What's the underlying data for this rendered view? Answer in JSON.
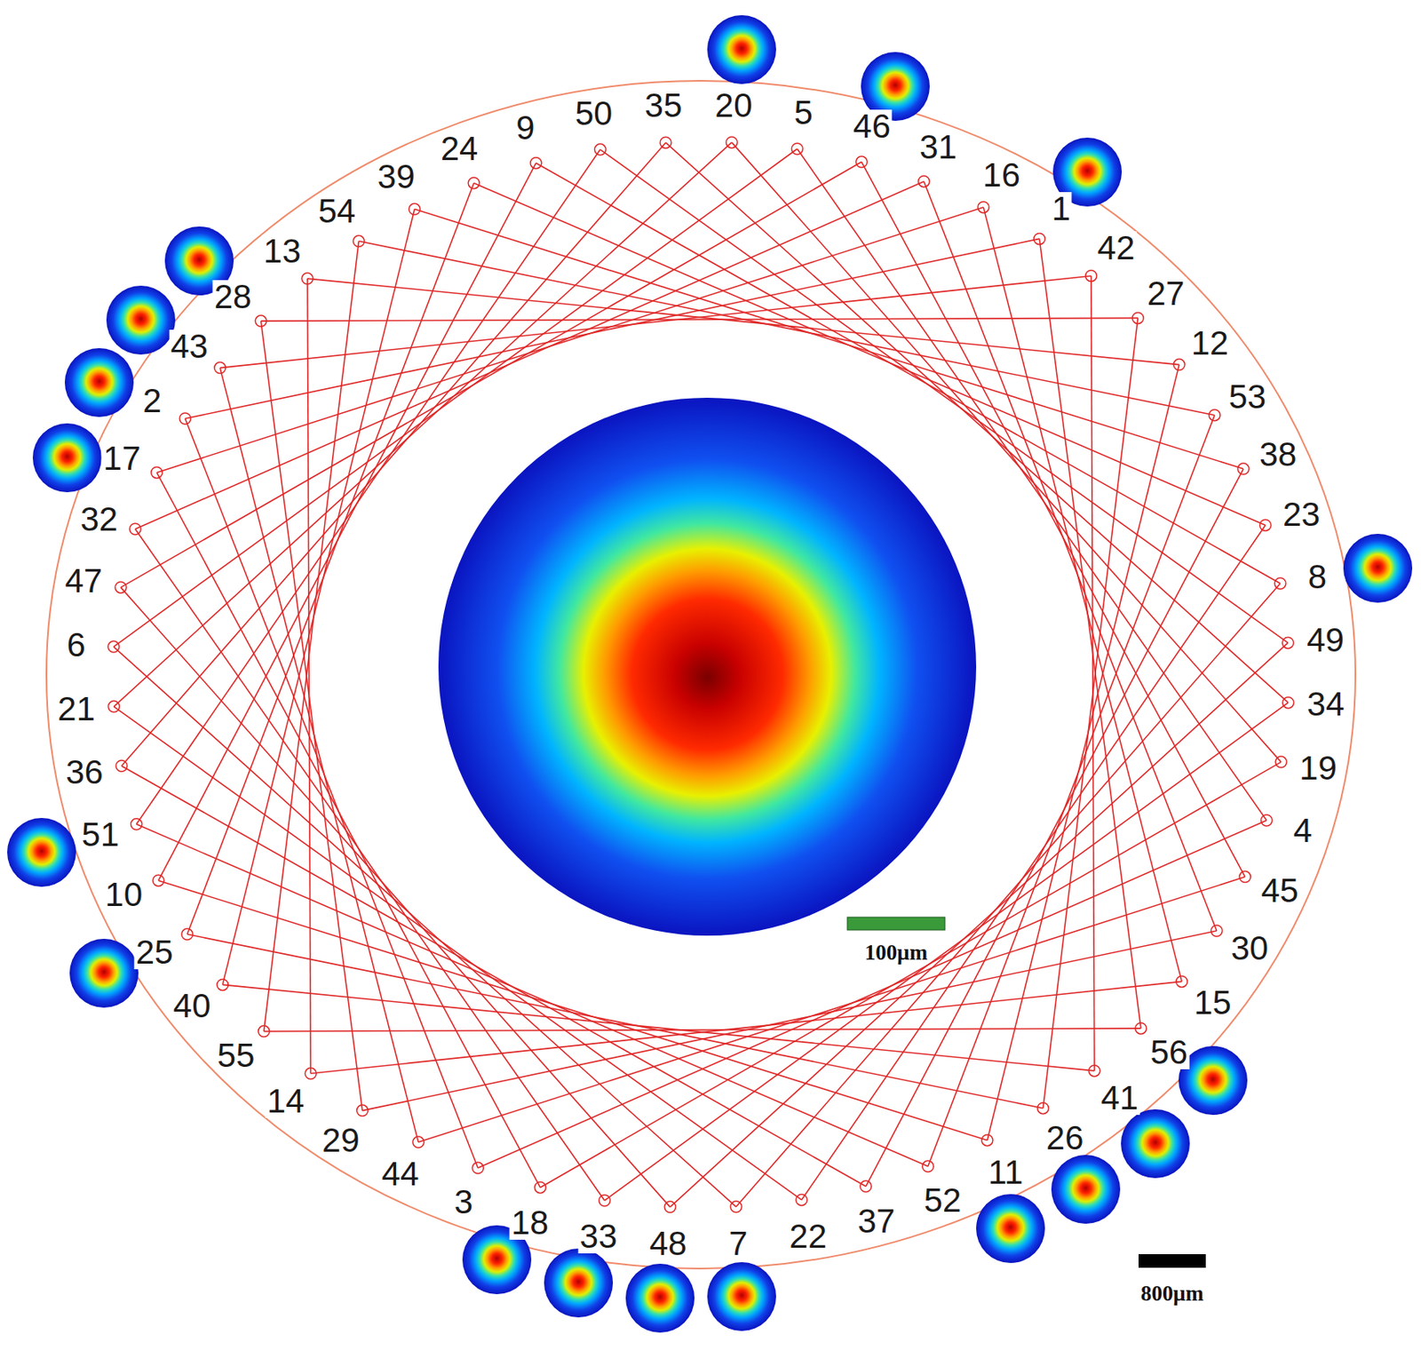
{
  "diagram": {
    "labels": [
      "1",
      "2",
      "3",
      "4",
      "5",
      "6",
      "7",
      "8",
      "9",
      "10",
      "11",
      "12",
      "13",
      "14",
      "15",
      "16",
      "17",
      "18",
      "19",
      "20",
      "21",
      "22",
      "23",
      "24",
      "25",
      "26",
      "27",
      "28",
      "29",
      "30",
      "31",
      "32",
      "33",
      "34",
      "35",
      "36",
      "37",
      "38",
      "39",
      "40",
      "41",
      "42",
      "43",
      "44",
      "45",
      "46",
      "47",
      "48",
      "49",
      "50",
      "51",
      "52",
      "53",
      "54",
      "55",
      "56",
      "100μm",
      "800μm"
    ]
  }
}
